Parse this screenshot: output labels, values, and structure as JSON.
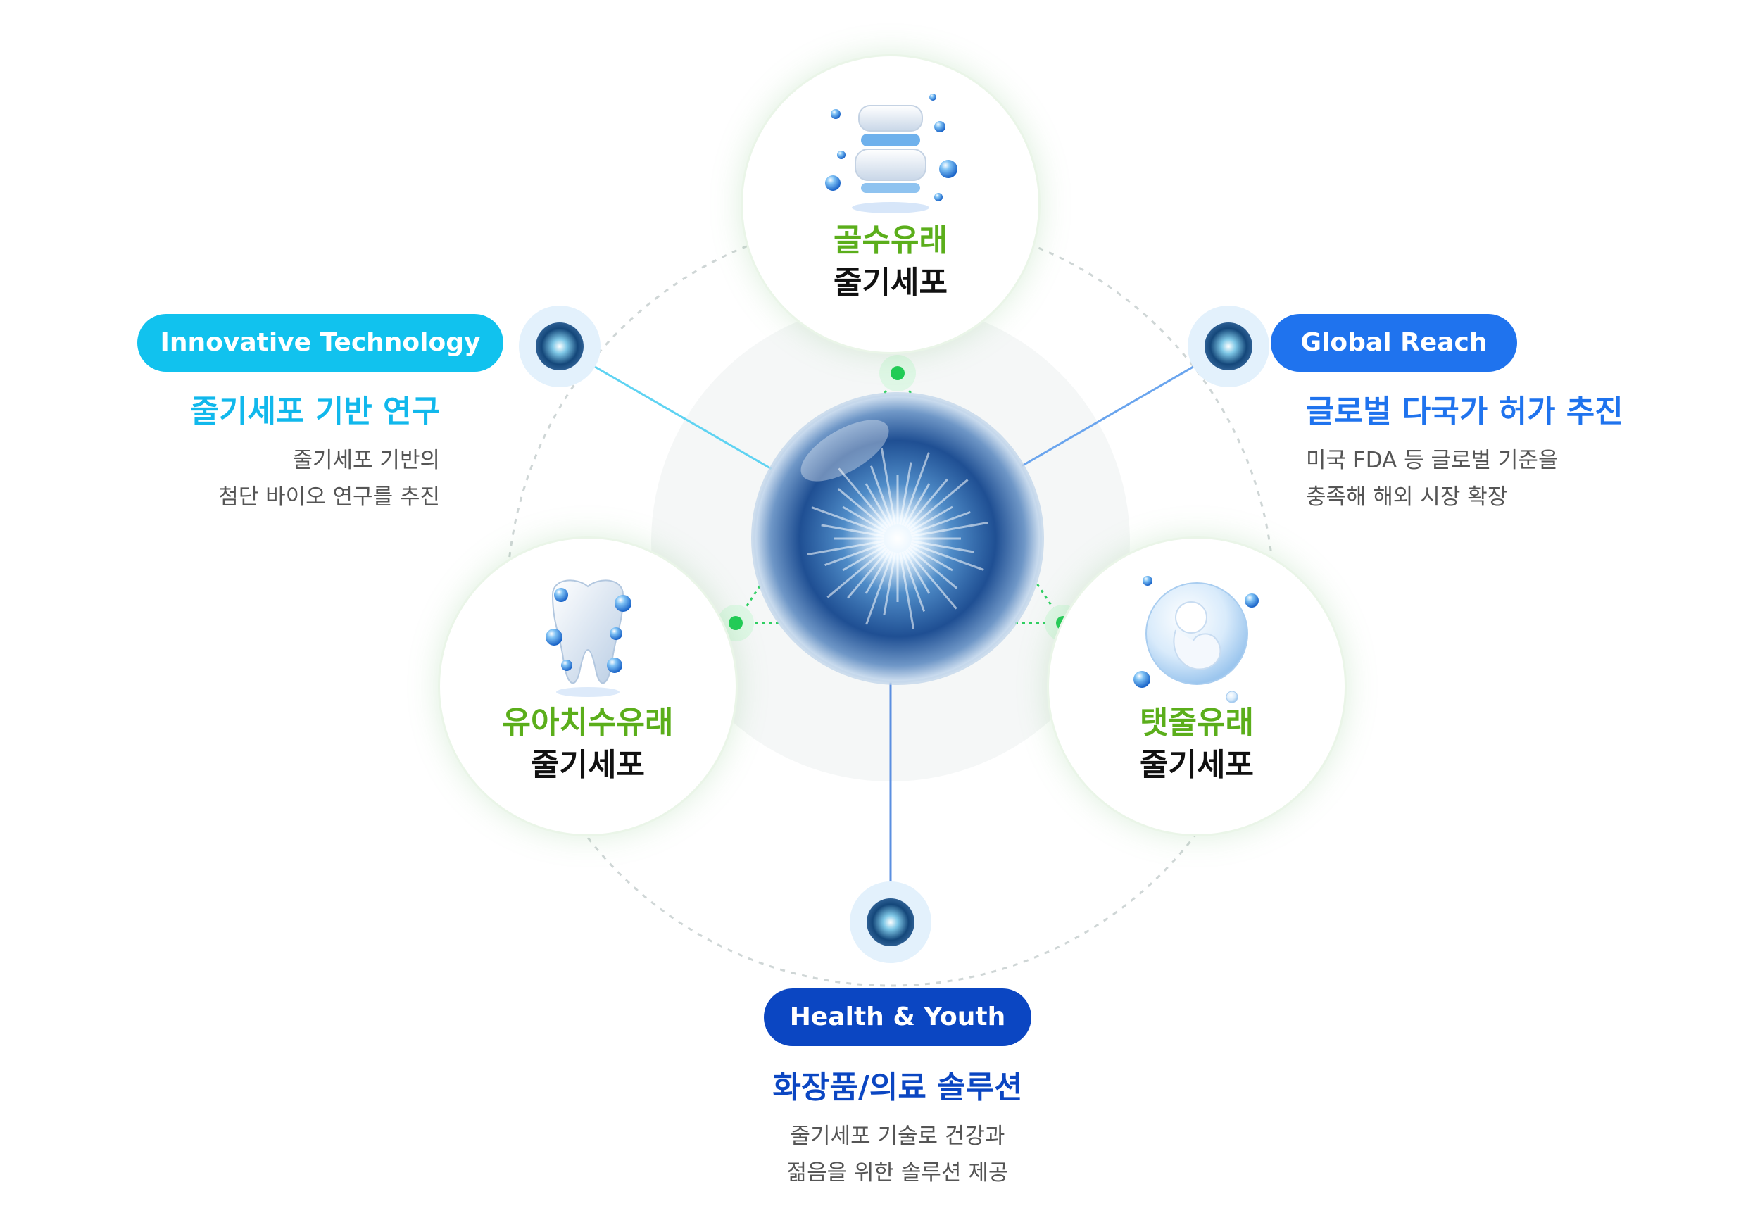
{
  "colors": {
    "cyan": "#11c2ee",
    "blue": "#1f73ee",
    "navy": "#0b46c2",
    "green": "#5bae1b",
    "node_green": "#1fcc55",
    "text_dark": "#111111",
    "text_gray": "#555555"
  },
  "sources": [
    {
      "id": "bone-marrow",
      "icon": "spine-icon",
      "title": "골수유래",
      "subtitle": "줄기세포"
    },
    {
      "id": "baby-tooth",
      "icon": "tooth-icon",
      "title": "유아치수유래",
      "subtitle": "줄기세포"
    },
    {
      "id": "umbilical-cord",
      "icon": "embryo-icon",
      "title": "탯줄유래",
      "subtitle": "줄기세포"
    }
  ],
  "pillars": [
    {
      "id": "innovative-technology",
      "pill": "Innovative Technology",
      "heading": "줄기세포 기반 연구",
      "desc": [
        "줄기세포 기반의",
        "첨단 바이오 연구를 추진"
      ]
    },
    {
      "id": "global-reach",
      "pill": "Global Reach",
      "heading": "글로벌 다국가 허가 추진",
      "desc": [
        "미국 FDA 등 글로벌 기준을",
        "충족해 해외 시장 확장"
      ]
    },
    {
      "id": "health-youth",
      "pill": "Health & Youth",
      "heading": "화장품/의료 솔루션",
      "desc": [
        "줄기세포 기술로 건강과",
        "젊음을 위한 솔루션 제공"
      ]
    }
  ]
}
